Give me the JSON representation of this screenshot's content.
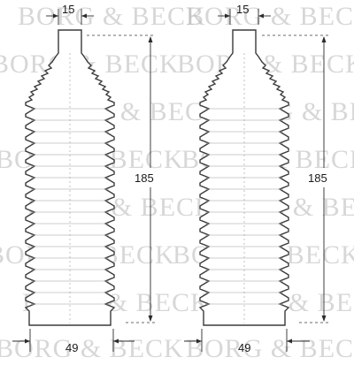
{
  "watermark": {
    "text": "BORG & BECK",
    "color": "#b8b8b8"
  },
  "boots": [
    {
      "name": "left",
      "dimensions": {
        "top_width": "15",
        "height": "185",
        "bottom_width": "49"
      }
    },
    {
      "name": "right",
      "dimensions": {
        "top_width": "15",
        "height": "185",
        "bottom_width": "49"
      }
    }
  ],
  "colors": {
    "outline": "#3a3a3a",
    "hatch": "#9a9a9a",
    "dimension": "#2b2b2b"
  }
}
